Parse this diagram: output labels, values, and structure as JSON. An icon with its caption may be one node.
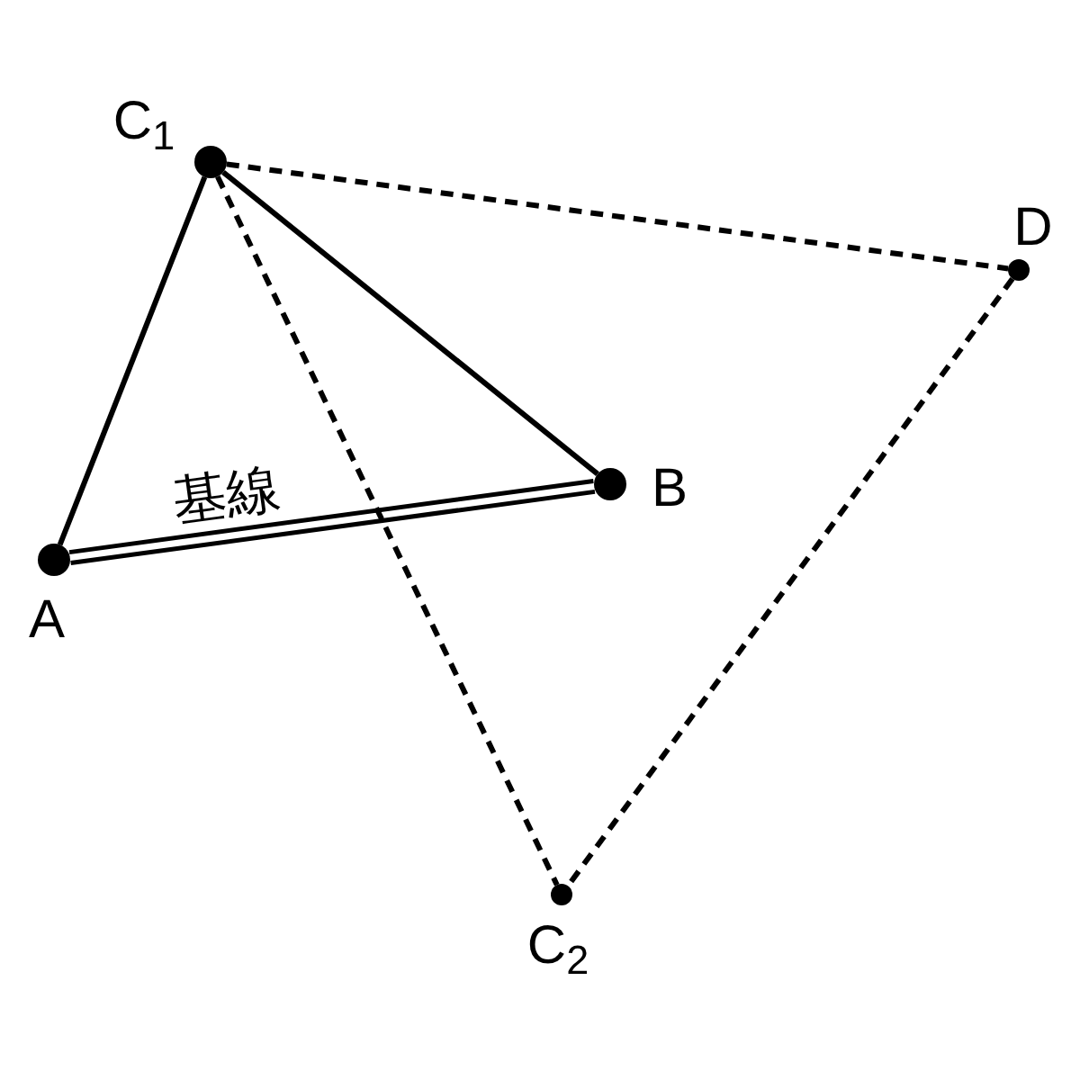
{
  "diagram": {
    "nodes": [
      {
        "text": [],
        "shape": "circle",
        "beside": [
          "C$_{1}$"
        ]
      },
      {
        "text": [],
        "shape": "circle",
        "beside": [
          "D"
        ]
      },
      {
        "text": [],
        "shape": "circle",
        "beside": [
          "B"
        ]
      },
      {
        "text": [],
        "shape": "circle",
        "beside": [
          "A"
        ]
      },
      {
        "text": [],
        "shape": "circle",
        "beside": [
          "C$_{2}$"
        ]
      }
    ],
    "edges": [
      {
        "from": 0,
        "to": 3,
        "arrow": "none"
      },
      {
        "from": 0,
        "to": 2,
        "arrow": "none"
      },
      {
        "from": 3,
        "to": 2,
        "arrow": "none",
        "label": "基線"
      },
      {
        "from": 0,
        "to": 1,
        "arrow": "none",
        "style": "dashed"
      },
      {
        "from": 0,
        "to": 4,
        "arrow": "none",
        "style": "dashed"
      },
      {
        "from": 1,
        "to": 4,
        "arrow": "none",
        "style": "dashed"
      }
    ]
  }
}
